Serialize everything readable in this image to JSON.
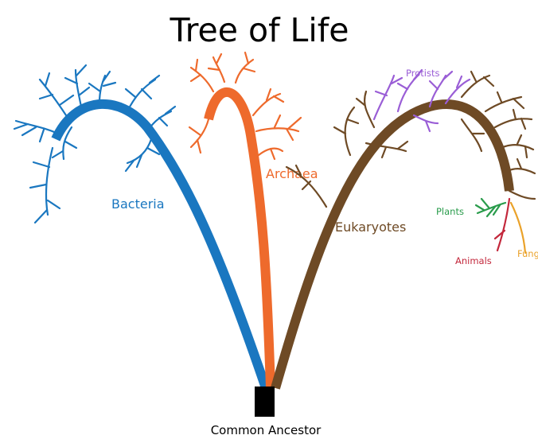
{
  "title": "Tree of Life",
  "root_label": "Common Ancestor",
  "branches": [
    {
      "label": "Bacteria",
      "color": "#1a77c0"
    },
    {
      "label": "Archaea",
      "color": "#ee6a2c"
    },
    {
      "label": "Eukaryotes",
      "color": "#6e4a25"
    }
  ],
  "sub_branches": [
    {
      "label": "Protists",
      "color": "#9a5ed6"
    },
    {
      "label": "Plants",
      "color": "#2a9c4c"
    },
    {
      "label": "Animals",
      "color": "#c3283c"
    },
    {
      "label": "Fungi",
      "color": "#eaa22a"
    }
  ]
}
